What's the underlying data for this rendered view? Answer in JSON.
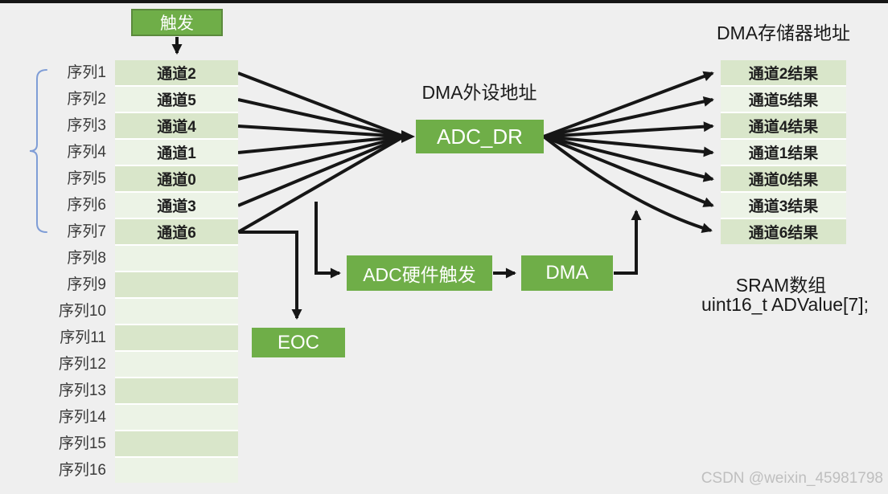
{
  "trigger": {
    "label": "触发"
  },
  "left_table": {
    "sequence_labels": [
      "序列1",
      "序列2",
      "序列3",
      "序列4",
      "序列5",
      "序列6",
      "序列7",
      "序列8",
      "序列9",
      "序列10",
      "序列11",
      "序列12",
      "序列13",
      "序列14",
      "序列15",
      "序列16"
    ],
    "channels": [
      "通道2",
      "通道5",
      "通道4",
      "通道1",
      "通道0",
      "通道3",
      "通道6",
      "",
      "",
      "",
      "",
      "",
      "",
      "",
      "",
      ""
    ]
  },
  "center": {
    "peripheral_address_label": "DMA外设地址",
    "adc_dr_label": "ADC_DR",
    "adc_hw_trigger_label": "ADC硬件触发",
    "dma_label": "DMA",
    "eoc_label": "EOC"
  },
  "right_table": {
    "memory_address_label": "DMA存储器地址",
    "results": [
      "通道2结果",
      "通道5结果",
      "通道4结果",
      "通道1结果",
      "通道0结果",
      "通道3结果",
      "通道6结果"
    ],
    "sram_caption_line1": "SRAM数组",
    "sram_caption_line2": "uint16_t ADValue[7];"
  },
  "watermark": "CSDN @weixin_45981798",
  "colors": {
    "background": "#efefef",
    "top_bar": "#161616",
    "box_green": "#6fae48",
    "box_border_green": "#5b8a3c",
    "row_green_dark": "#d9e6ca",
    "row_green_light": "#ecf3e6",
    "bracket_blue": "#7f9dd6",
    "line_black": "#161616",
    "watermark_gray": "#bfbfbf"
  }
}
